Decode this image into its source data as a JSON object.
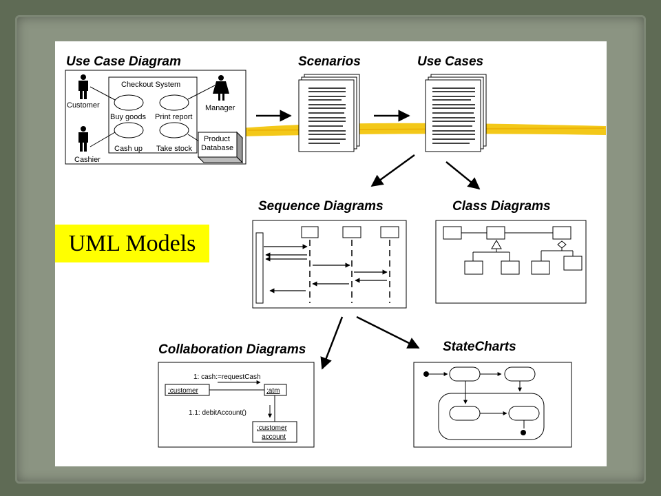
{
  "slide": {
    "sections": {
      "use_case_diagram": "Use Case Diagram",
      "scenarios": "Scenarios",
      "use_cases": "Use Cases",
      "sequence_diagrams": "Sequence Diagrams",
      "class_diagrams": "Class Diagrams",
      "collaboration_diagrams": "Collaboration Diagrams",
      "statecharts": "StateCharts"
    },
    "uml_label": "UML Models",
    "use_case": {
      "system": "Checkout System",
      "actors": [
        "Customer",
        "Cashier",
        "Manager"
      ],
      "cases": [
        "Buy goods",
        "Print report",
        "Cash up",
        "Take stock"
      ],
      "database": [
        "Product",
        "Database"
      ]
    },
    "collaboration": {
      "msg1": "1: cash:=requestCash",
      "msg2": "1.1: debitAccount()",
      "obj_customer": ";customer",
      "obj_atm": ";atm",
      "obj_account": [
        ";customer",
        "account"
      ]
    }
  },
  "colors": {
    "highlight": "#ffff00",
    "brush": "#f2c200",
    "frame": "#5f6b55"
  }
}
